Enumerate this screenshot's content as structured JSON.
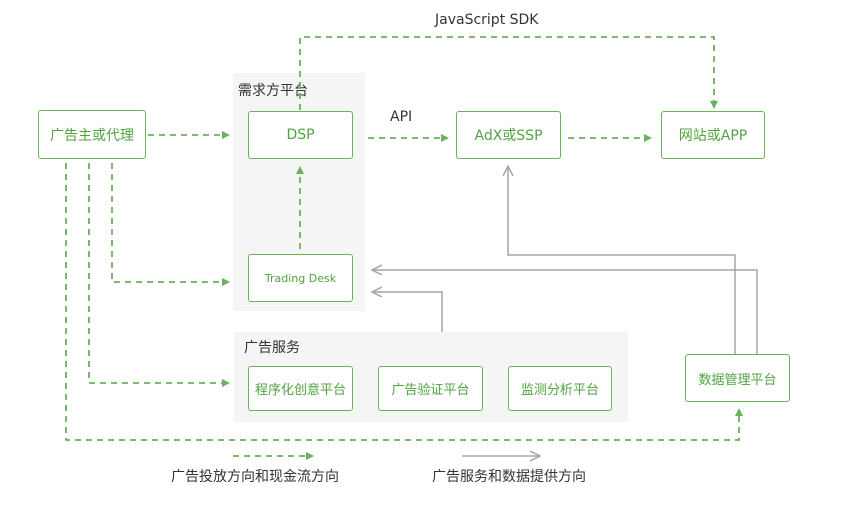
{
  "diagram": {
    "panels": {
      "demand_title": "需求方平台",
      "services_title": "广告服务"
    },
    "nodes": {
      "advertiser": "广告主或代理",
      "dsp": "DSP",
      "trading_desk": "Trading Desk",
      "adx_ssp": "AdX或SSP",
      "website_app": "网站或APP",
      "programmatic_creative": "程序化创意平台",
      "ad_verification": "广告验证平台",
      "monitoring_analytics": "监测分析平台",
      "data_management": "数据管理平台"
    },
    "edge_labels": {
      "js_sdk": "JavaScript SDK",
      "api": "API"
    },
    "legend": {
      "money_flow": "广告投放方向和现金流方向",
      "data_flow": "广告服务和数据提供方向"
    },
    "colors": {
      "green": "#6ab35c",
      "gray": "#a6a6a6"
    }
  }
}
